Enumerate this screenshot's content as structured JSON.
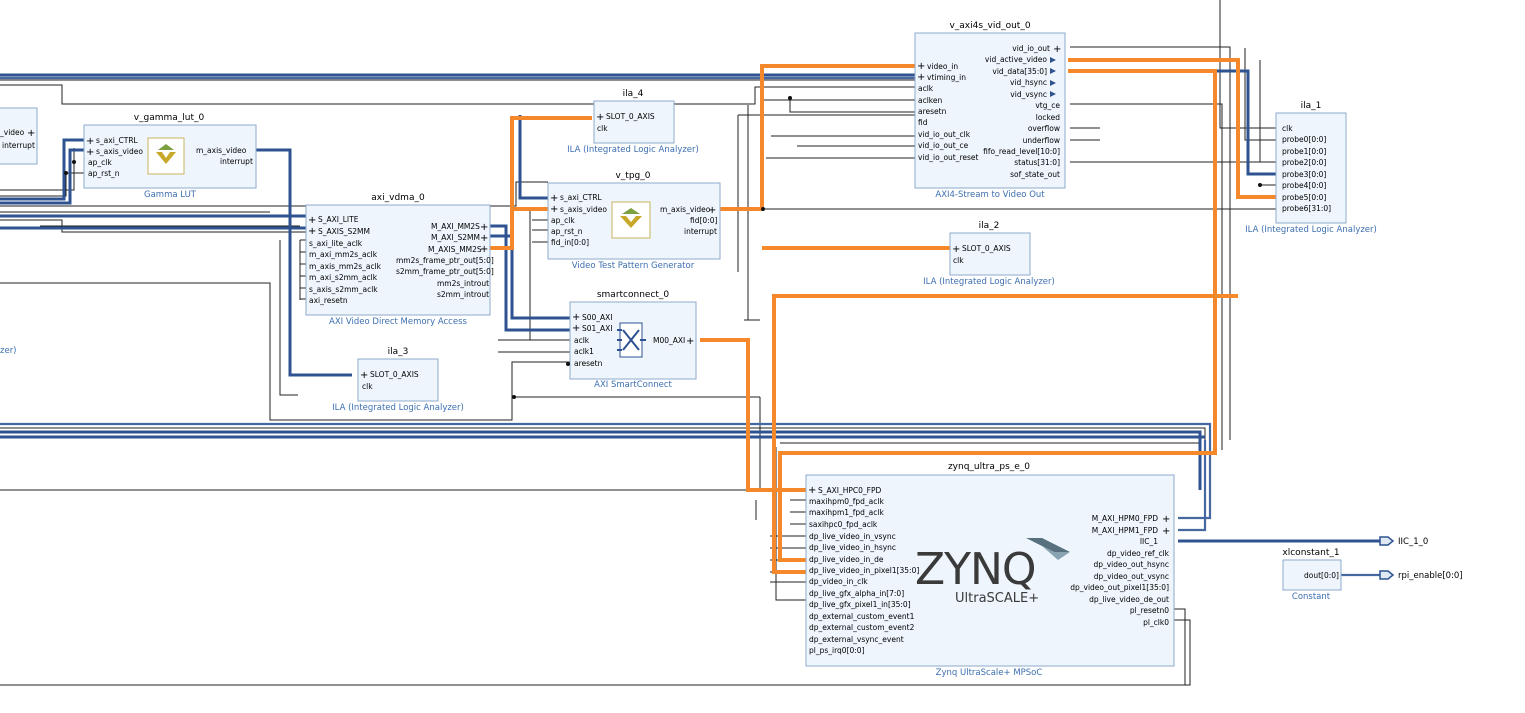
{
  "diagram": {
    "blocks": {
      "v_axi4s_vid_out_0": {
        "name": "v_axi4s_vid_out_0",
        "subtitle": "AXI4-Stream to Video Out",
        "left_pins": [
          "video_in",
          "vtiming_in",
          "aclk",
          "aclken",
          "aresetn",
          "fid",
          "vid_io_out_clk",
          "vid_io_out_ce",
          "vid_io_out_reset"
        ],
        "right_pins": [
          "vid_io_out",
          "vid_active_video",
          "vid_data[35:0]",
          "vid_hsync",
          "vid_vsync",
          "vtg_ce",
          "locked",
          "overflow",
          "underflow",
          "fifo_read_level[10:0]",
          "status[31:0]",
          "sof_state_out"
        ]
      },
      "v_gamma_lut_0": {
        "name": "v_gamma_lut_0",
        "subtitle": "Gamma LUT",
        "left_pins": [
          "s_axi_CTRL",
          "s_axis_video",
          "ap_clk",
          "ap_rst_n"
        ],
        "right_pins": [
          "m_axis_video",
          "interrupt"
        ]
      },
      "partial_left": {
        "right_pins": [
          "_video",
          "interrupt"
        ],
        "subtitle_fragment": "zer)"
      },
      "ila_4": {
        "name": "ila_4",
        "subtitle": "ILA (Integrated Logic Analyzer)",
        "left_pins": [
          "SLOT_0_AXIS",
          "clk"
        ]
      },
      "v_tpg_0": {
        "name": "v_tpg_0",
        "subtitle": "Video Test Pattern Generator",
        "left_pins": [
          "s_axi_CTRL",
          "s_axis_video",
          "ap_clk",
          "ap_rst_n",
          "fid_in[0:0]"
        ],
        "right_pins": [
          "m_axis_video",
          "fid[0:0]",
          "interrupt"
        ]
      },
      "axi_vdma_0": {
        "name": "axi_vdma_0",
        "subtitle": "AXI Video Direct Memory Access",
        "left_pins": [
          "S_AXI_LITE",
          "S_AXIS_S2MM",
          "s_axi_lite_aclk",
          "m_axi_mm2s_aclk",
          "m_axis_mm2s_aclk",
          "m_axi_s2mm_aclk",
          "s_axis_s2mm_aclk",
          "axi_resetn"
        ],
        "right_pins": [
          "M_AXI_MM2S",
          "M_AXI_S2MM",
          "M_AXIS_MM2S",
          "mm2s_frame_ptr_out[5:0]",
          "s2mm_frame_ptr_out[5:0]",
          "mm2s_introut",
          "s2mm_introut"
        ]
      },
      "ila_1": {
        "name": "ila_1",
        "subtitle": "ILA (Integrated Logic Analyzer)",
        "left_pins": [
          "clk",
          "probe0[0:0]",
          "probe1[0:0]",
          "probe2[0:0]",
          "probe3[0:0]",
          "probe4[0:0]",
          "probe5[0:0]",
          "probe6[31:0]"
        ]
      },
      "ila_2": {
        "name": "ila_2",
        "subtitle": "ILA (Integrated Logic Analyzer)",
        "left_pins": [
          "SLOT_0_AXIS",
          "clk"
        ]
      },
      "smartconnect_0": {
        "name": "smartconnect_0",
        "subtitle": "AXI SmartConnect",
        "left_pins": [
          "S00_AXI",
          "S01_AXI",
          "aclk",
          "aclk1",
          "aresetn"
        ],
        "right_pins": [
          "M00_AXI"
        ]
      },
      "ila_3": {
        "name": "ila_3",
        "subtitle": "ILA (Integrated Logic Analyzer)",
        "left_pins": [
          "SLOT_0_AXIS",
          "clk"
        ]
      },
      "zynq_ultra_ps_e_0": {
        "name": "zynq_ultra_ps_e_0",
        "subtitle": "Zynq UltraScale+ MPSoC",
        "left_pins": [
          "S_AXI_HPC0_FPD",
          "maxihpm0_fpd_aclk",
          "maxihpm1_fpd_aclk",
          "saxihpc0_fpd_aclk",
          "dp_live_video_in_vsync",
          "dp_live_video_in_hsync",
          "dp_live_video_in_de",
          "dp_live_video_in_pixel1[35:0]",
          "dp_video_in_clk",
          "dp_live_gfx_alpha_in[7:0]",
          "dp_live_gfx_pixel1_in[35:0]",
          "dp_external_custom_event1",
          "dp_external_custom_event2",
          "dp_external_vsync_event",
          "pl_ps_irq0[0:0]"
        ],
        "right_pins": [
          "M_AXI_HPM0_FPD",
          "M_AXI_HPM1_FPD",
          "IIC_1",
          "dp_video_ref_clk",
          "dp_video_out_hsync",
          "dp_video_out_vsync",
          "dp_video_out_pixel1[35:0]",
          "dp_live_video_de_out",
          "pl_resetn0",
          "pl_clk0"
        ]
      },
      "xlconstant_1": {
        "name": "xlconstant_1",
        "subtitle": "Constant",
        "right_pins": [
          "dout[0:0]"
        ]
      }
    },
    "logos": {
      "zynq": "ZYNQ",
      "ultrascale": "UltraSCALE+",
      "hls": "Vivado HLS"
    },
    "ports": [
      "IIC_1_0",
      "rpi_enable[0:0]"
    ],
    "colors": {
      "block_fill": "#eef5fc",
      "block_border": "#8eaacd",
      "bus": "#2e5390",
      "highlight": "#f5882a",
      "wire": "#222222",
      "subtitle": "#3c6fb0"
    },
    "icons": [
      "plus-icon",
      "interface-bus-icon",
      "port-arrow-icon",
      "hls-logo-icon",
      "smartconnect-crossbar-icon"
    ]
  }
}
